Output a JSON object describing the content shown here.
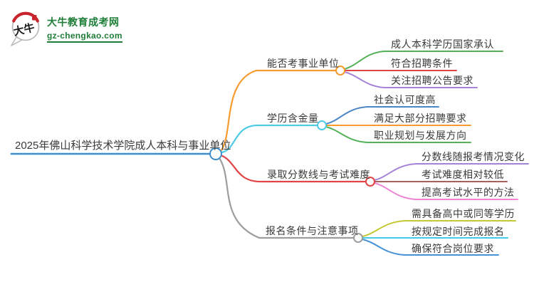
{
  "logo": {
    "icon_chars": "大牛",
    "site_name": "大牛教育成考网",
    "site_url": "gz-chengkao.com",
    "brand_green": "#1e7e38",
    "icon_red": "#c9252c",
    "bubble_border": "#b5b5b5"
  },
  "mindmap": {
    "text_color": "#3a3a3a",
    "root": {
      "label": "2025年佛山科学技术学院成人本科与事业单位",
      "color": "#3e8ec9"
    },
    "branches": [
      {
        "label": "能否考事业单位",
        "color": "#f79b2e",
        "children": [
          {
            "label": "成人本科学历国家承认",
            "color": "#53b156"
          },
          {
            "label": "符合招聘条件",
            "color": "#e24545"
          },
          {
            "label": "关注招聘公告要求",
            "color": "#a584d8"
          }
        ]
      },
      {
        "label": "学历含金量",
        "color": "#4fcbe6",
        "children": [
          {
            "label": "社会认可度高",
            "color": "#4c86c4"
          },
          {
            "label": "满足大部分招聘要求",
            "color": "#f79b2e"
          },
          {
            "label": "职业规划与发展方向",
            "color": "#53b156"
          }
        ]
      },
      {
        "label": "录取分数线与考试难度",
        "color": "#e24545",
        "children": [
          {
            "label": "分数线随报考情况变化",
            "color": "#a584d8"
          },
          {
            "label": "考试难度相对较低",
            "color": "#a5625c"
          },
          {
            "label": "提高考试水平的方法",
            "color": "#ee85d4"
          }
        ]
      },
      {
        "label": "报名条件与注意事项",
        "color": "#9d9d9d",
        "children": [
          {
            "label": "需具备高中或同等学历",
            "color": "#c5c935"
          },
          {
            "label": "按规定时间完成报名",
            "color": "#44cbea"
          },
          {
            "label": "确保符合岗位要求",
            "color": "#4491d6"
          }
        ]
      }
    ]
  }
}
